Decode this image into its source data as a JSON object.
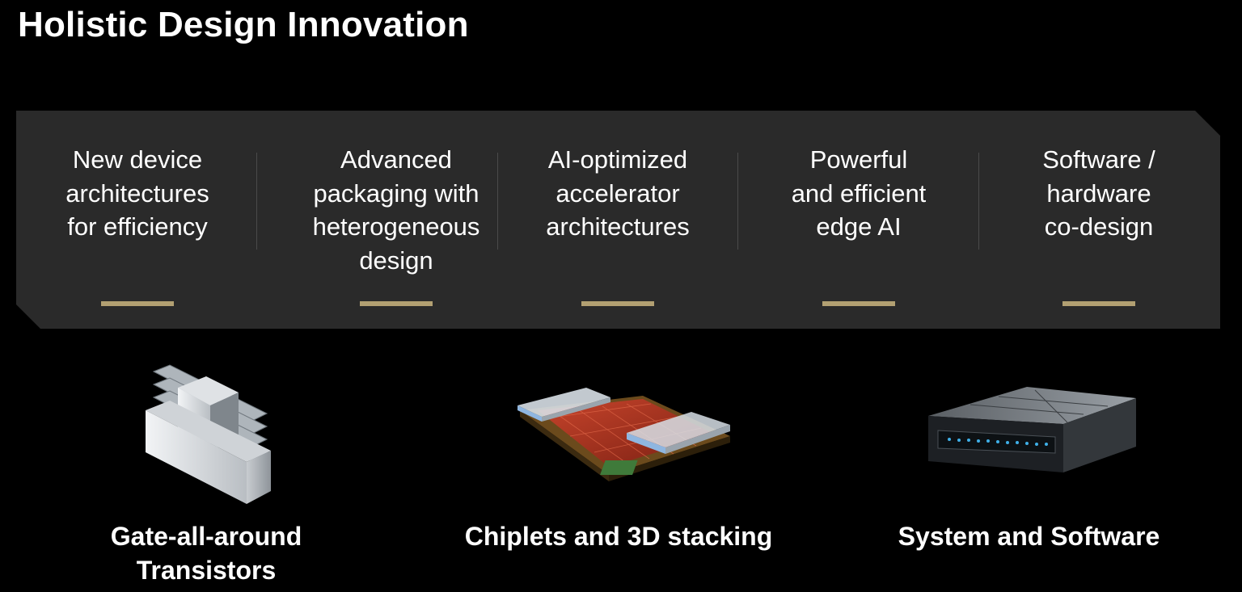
{
  "slide": {
    "title": "Holistic Design Innovation"
  },
  "banner": {
    "accent_color": "#b2a072",
    "background_color": "#2a2a2a",
    "pillars": [
      {
        "text": "New device\narchitectures\nfor efficiency"
      },
      {
        "text": "Advanced\npackaging with\nheterogeneous\ndesign"
      },
      {
        "text": "AI-optimized\naccelerator\narchitectures"
      },
      {
        "text": "Powerful\nand efficient\nedge AI"
      },
      {
        "text": "Software /\nhardware\nco-design"
      }
    ]
  },
  "features": [
    {
      "caption": "Gate-all-around\nTransistors",
      "icon": "gate-all-around-transistor-icon"
    },
    {
      "caption": "Chiplets and 3D stacking",
      "icon": "chiplet-stack-icon"
    },
    {
      "caption": "System and Software",
      "icon": "server-rack-icon"
    }
  ]
}
